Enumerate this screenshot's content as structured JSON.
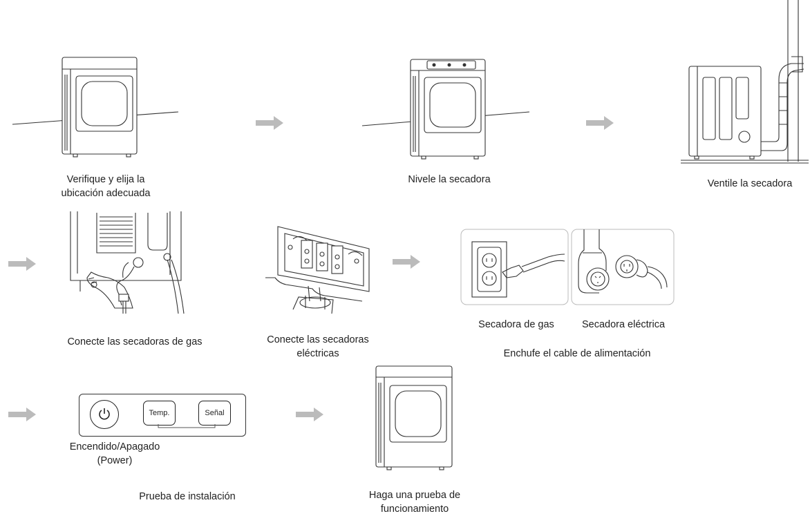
{
  "steps": {
    "location": "Verifique y elija la ubicación adecuada",
    "level": "Nivele la secadora",
    "vent": "Ventile la secadora",
    "gas": "Conecte las secadoras de gas",
    "electric": "Conecte las secadoras eléctricas",
    "plug_gas": "Secadora de gas",
    "plug_electric": "Secadora eléctrica",
    "plug": "Enchufe el cable de alimentación",
    "power": "Encendido/Apagado (Power)",
    "test": "Prueba de instalación",
    "run": "Haga una prueba de funcionamiento"
  },
  "panel": {
    "temp_label": "Temp.",
    "signal_label": "Señal"
  }
}
